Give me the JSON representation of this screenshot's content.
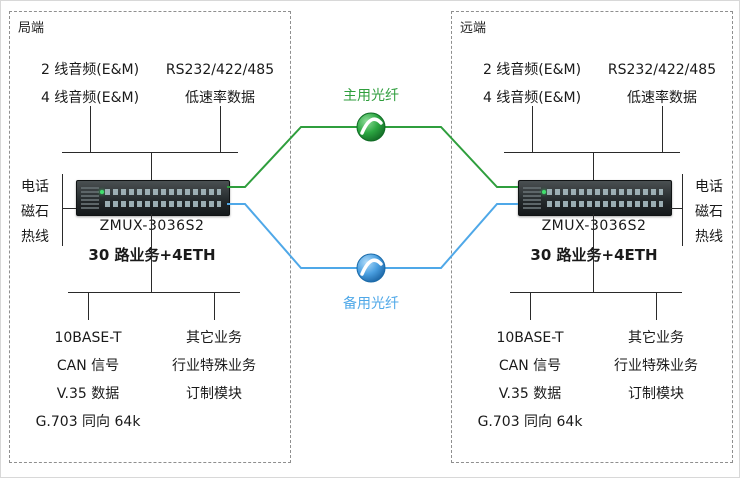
{
  "left_panel": {
    "title": "局端",
    "top_left": [
      "2 线音频(E&M)",
      "4 线音频(E&M)"
    ],
    "top_right": [
      "RS232/422/485",
      "低速率数据"
    ],
    "side": [
      "电话",
      "磁石",
      "热线"
    ],
    "device_model": "ZMUX-3036S2",
    "device_caption": "30 路业务+4ETH",
    "bottom_left": [
      "10BASE-T",
      "CAN 信号",
      "V.35 数据",
      "G.703 同向 64k"
    ],
    "bottom_right": [
      "其它业务",
      "行业特殊业务",
      "订制模块"
    ]
  },
  "right_panel": {
    "title": "远端",
    "top_left": [
      "2 线音频(E&M)",
      "4 线音频(E&M)"
    ],
    "top_right": [
      "RS232/422/485",
      "低速率数据"
    ],
    "side": [
      "电话",
      "磁石",
      "热线"
    ],
    "device_model": "ZMUX-3036S2",
    "device_caption": "30 路业务+4ETH",
    "bottom_left": [
      "10BASE-T",
      "CAN 信号",
      "V.35 数据",
      "G.703 同向 64k"
    ],
    "bottom_right": [
      "其它业务",
      "行业特殊业务",
      "订制模块"
    ]
  },
  "fibers": {
    "main": {
      "label": "主用光纤",
      "color": "#2f9e3d"
    },
    "backup": {
      "label": "备用光纤",
      "color": "#4fa8e8"
    }
  }
}
